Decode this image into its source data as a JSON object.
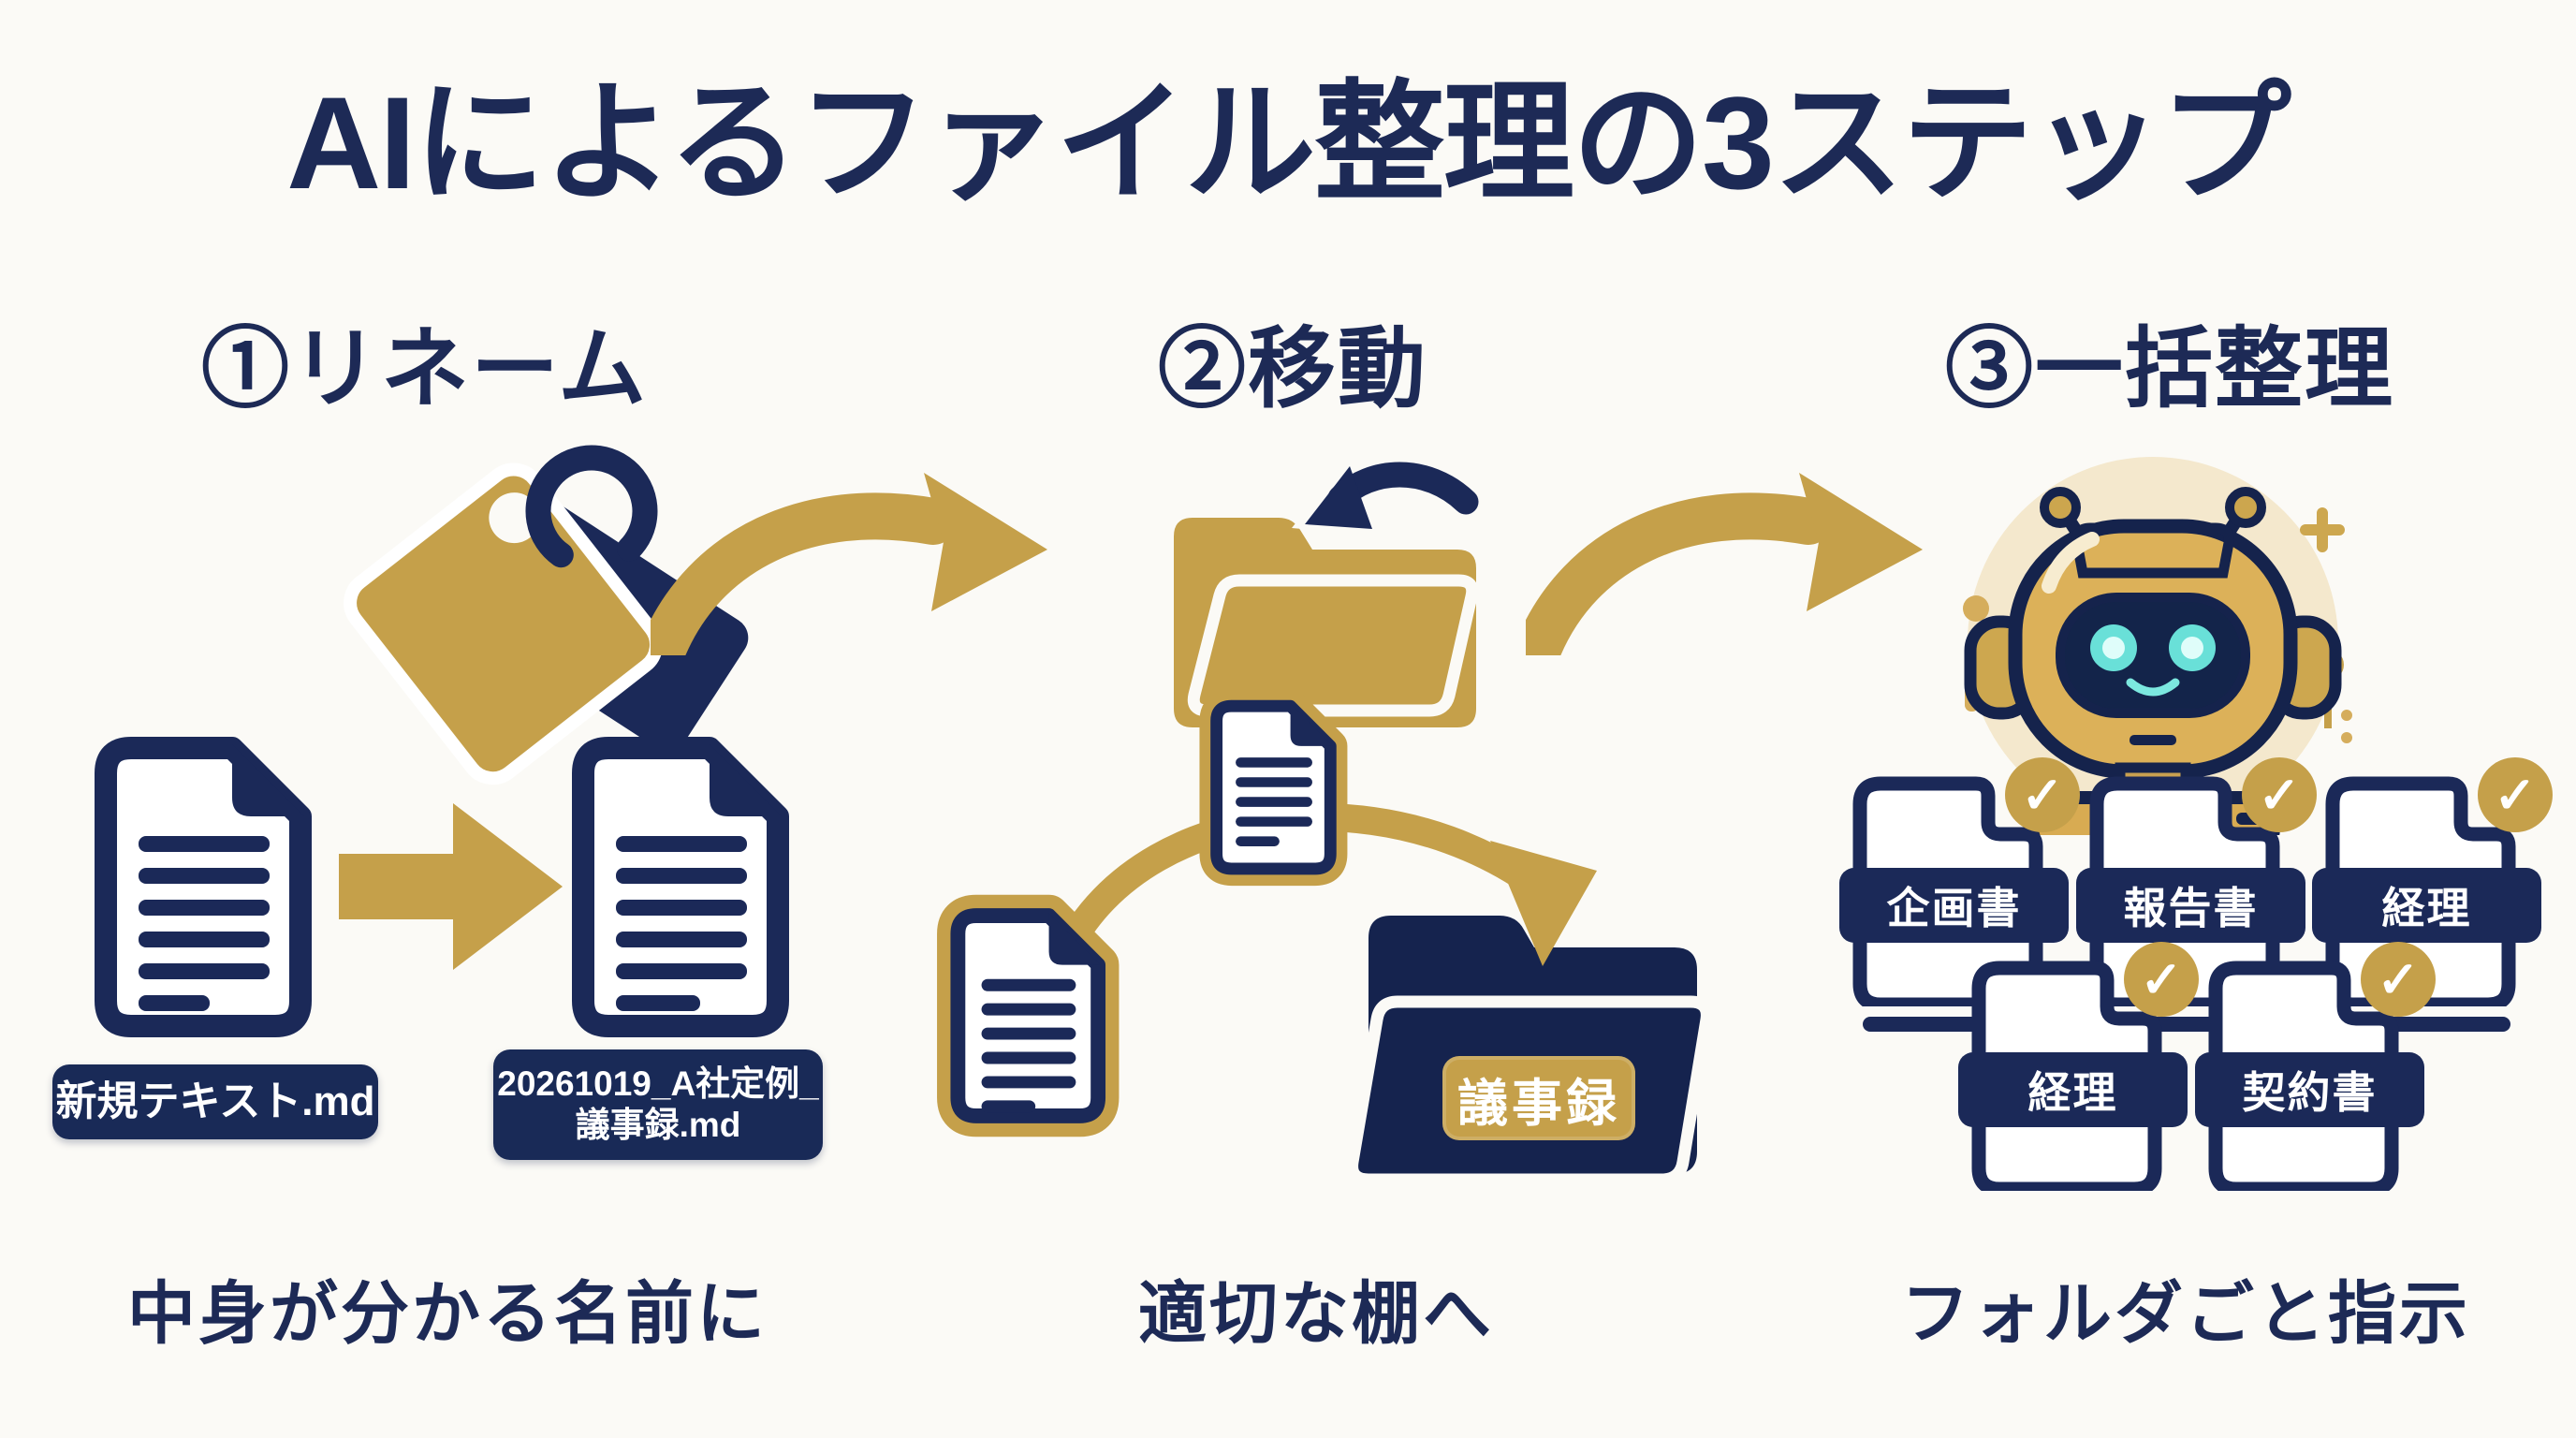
{
  "title": "AIによるファイル整理の3ステップ",
  "colors": {
    "navy": "#1b2958",
    "gold": "#c5a04a",
    "background": "#fbfaf6",
    "cyan": "#7ce8df",
    "white": "#ffffff"
  },
  "glyphs": {
    "check": "✓"
  },
  "steps": [
    {
      "label": "①リネーム",
      "caption": "中身が分かる名前に",
      "file_before": "新規テキスト.md",
      "file_after_line1": "20261019_A社定例_",
      "file_after_line2": "議事録.md"
    },
    {
      "label": "②移動",
      "caption": "適切な棚へ",
      "folder_label": "議事録"
    },
    {
      "label": "③一括整理",
      "caption": "フォルダごと指示",
      "folders": [
        "企画書",
        "報告書",
        "経理",
        "経理",
        "契約書"
      ]
    }
  ]
}
